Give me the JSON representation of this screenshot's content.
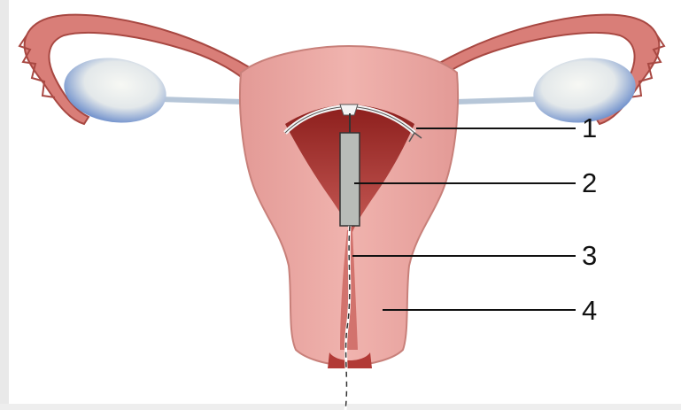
{
  "labels": [
    {
      "id": "1",
      "text": "1"
    },
    {
      "id": "2",
      "text": "2"
    },
    {
      "id": "3",
      "text": "3"
    },
    {
      "id": "4",
      "text": "4"
    }
  ],
  "colors": {
    "tissue_pink": "#e9a4a0",
    "tissue_dark": "#c9706c",
    "cavity_red": "#a8302c",
    "ovary_cream": "#eef0ee",
    "ovary_blue": "#5f84c8",
    "device_grey": "#b8bcb8",
    "leader_line": "#111111",
    "left_border": "#e9e9e9"
  }
}
